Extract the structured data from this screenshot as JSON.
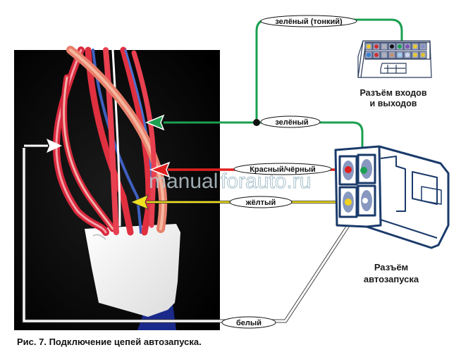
{
  "figure": {
    "caption": "Рис. 7. Подключение цепей автозапуска.",
    "watermark": {
      "part1": "manual",
      "part2": "forauto.ru"
    }
  },
  "connectors": {
    "io_connector": {
      "title_line1": "Разъём входов",
      "title_line2": "и выходов",
      "pins_top": [
        "#e8c830",
        "#d03030",
        "#b0b0b8",
        "#101010",
        "#1aa050",
        "#8050b0",
        "#e8c830",
        "#8890c0"
      ],
      "pins_bottom": [
        "#3080d0",
        "#d03030",
        "#b0b0b8",
        "#c09070",
        "#a0d0f0",
        "#d0d8f0",
        "#e8c830",
        "#e0c030"
      ]
    },
    "autostart_connector": {
      "title_line1": "Разъём",
      "title_line2": "автозапуска",
      "pins": [
        {
          "position": "top-left",
          "color": "#e02020"
        },
        {
          "position": "top-right",
          "color": "#1aa050"
        },
        {
          "position": "bottom-left",
          "color": "#f0d020"
        },
        {
          "position": "bottom-right",
          "color": "#ffffff"
        }
      ],
      "outline_color": "#1a3a6a"
    }
  },
  "wires": [
    {
      "id": "green-thin",
      "label": "зелёный (тонкий)",
      "color": "#1aa050"
    },
    {
      "id": "green",
      "label": "зелёный",
      "color": "#1aa050"
    },
    {
      "id": "red-black",
      "label": "Красный/чёрный",
      "color": "#e02020"
    },
    {
      "id": "yellow",
      "label": "жёлтый",
      "color": "#f0e020"
    },
    {
      "id": "white",
      "label": "белый",
      "color": "#ffffff"
    }
  ]
}
